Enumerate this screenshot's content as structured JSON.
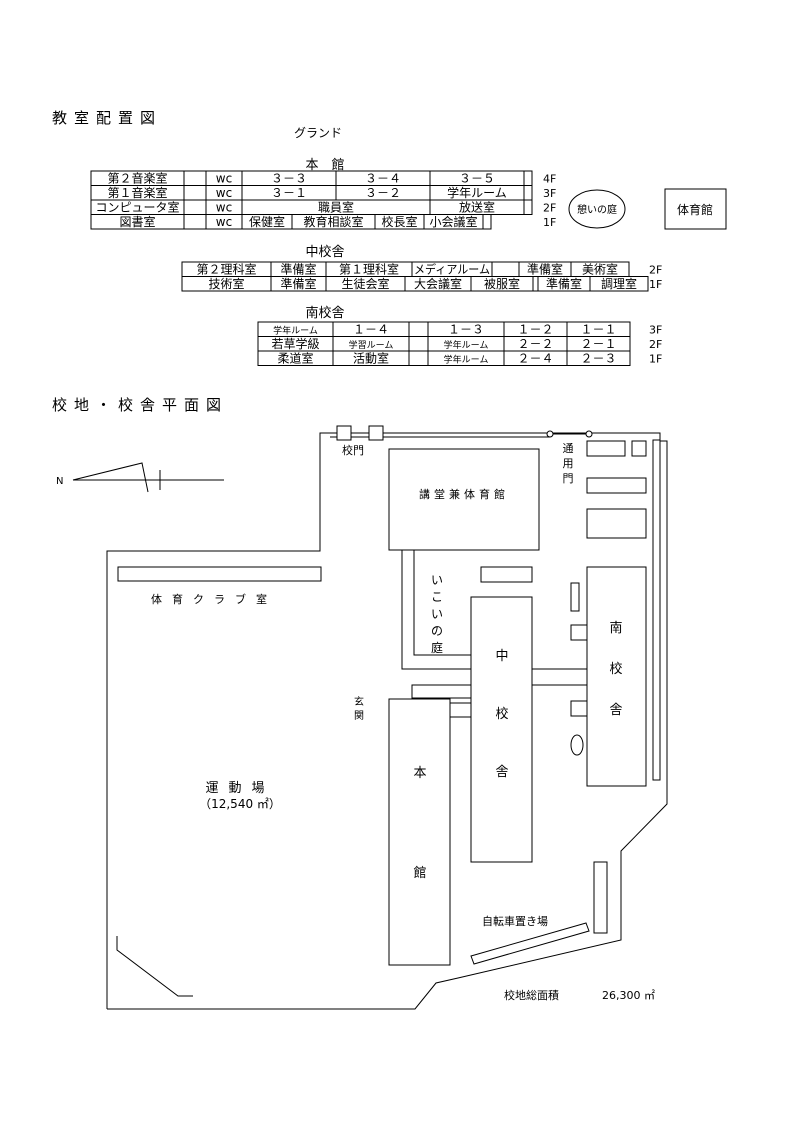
{
  "titles": {
    "layout": "教室配置図",
    "ground": "グランド",
    "plan": "校地・校舎平面図"
  },
  "honkan": {
    "title": "本　館",
    "floors": [
      "4F",
      "3F",
      "2F",
      "1F"
    ],
    "rows": [
      [
        "第２音楽室",
        "",
        "wc",
        "３－３",
        "３－４",
        "３－５",
        ""
      ],
      [
        "第１音楽室",
        "",
        "wc",
        "３－１",
        "３－２",
        "学年ルーム",
        ""
      ],
      [
        "コンピュータ室",
        "",
        "wc",
        "職員室",
        "放送室",
        ""
      ],
      [
        "図書室",
        "",
        "wc",
        "保健室",
        "教育相談室",
        "校長室",
        "小会議室",
        ""
      ]
    ],
    "garden": "憩いの庭",
    "gym": "体育館"
  },
  "naka": {
    "title": "中校舎",
    "floors": [
      "2F",
      "1F"
    ],
    "rows": [
      [
        "第２理科室",
        "準備室",
        "第１理科室",
        "メディアルーム",
        "",
        "準備室",
        "美術室"
      ],
      [
        "技術室",
        "準備室",
        "生徒会室",
        "大会議室",
        "被服室",
        "",
        "準備室",
        "調理室"
      ]
    ]
  },
  "minami": {
    "title": "南校舎",
    "floors": [
      "3F",
      "2F",
      "1F"
    ],
    "rows": [
      [
        "学年ルーム",
        "１－４",
        "",
        "１－３",
        "１－２",
        "１－１"
      ],
      [
        "若草学級",
        "学習ルーム",
        "",
        "学年ルーム",
        "２－２",
        "２－１"
      ],
      [
        "柔道室",
        "活動室",
        "",
        "学年ルーム",
        "２－４",
        "２－３"
      ]
    ]
  },
  "plan": {
    "north": "N",
    "gate": "校門",
    "side_gate": "通用門",
    "hall_gym": "講堂兼体育館",
    "club": "体育クラブ室",
    "ikoi": "いこいの庭",
    "naka": "中校舎",
    "minami": "南校舎",
    "honkan": "本館",
    "entrance": "玄関",
    "field": "運動場",
    "field_area": "（12,540 ㎡）",
    "bicycle": "自転車置き場",
    "total_label": "校地総面積",
    "total_value": "26,300 ㎡"
  }
}
